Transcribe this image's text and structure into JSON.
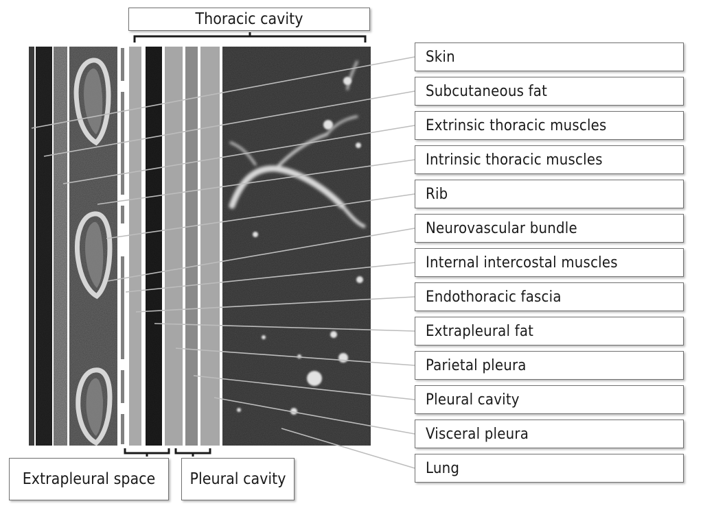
{
  "header": {
    "title": "Thoracic cavity"
  },
  "labels": [
    "Skin",
    "Subcutaneous fat",
    "Extrinsic thoracic muscles",
    "Intrinsic thoracic muscles",
    "Rib",
    "Neurovascular bundle",
    "Internal intercostal muscles",
    "Endothoracic fascia",
    "Extrapleural fat",
    "Parietal pleura",
    "Pleural cavity",
    "Visceral pleura",
    "Lung"
  ],
  "footer": {
    "left": "Extrapleural space",
    "right": "Pleural cavity"
  }
}
